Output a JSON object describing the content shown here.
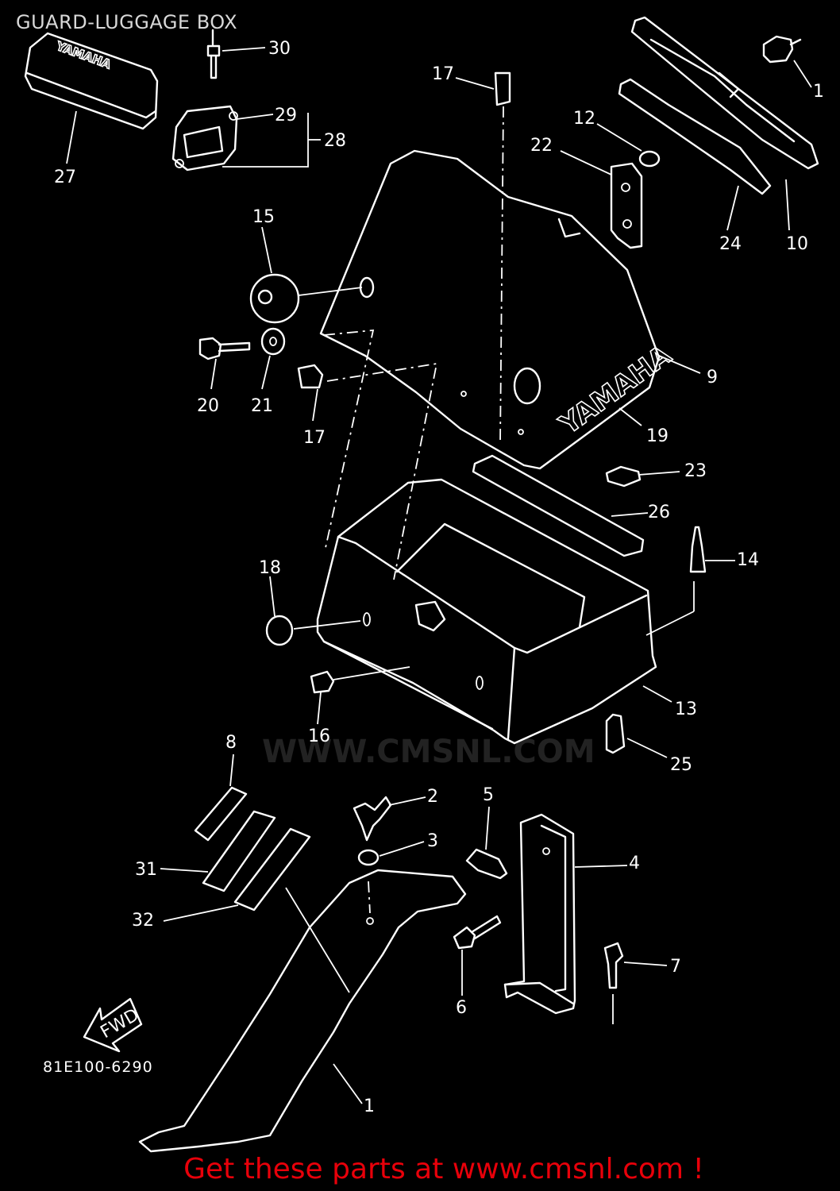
{
  "title": "GUARD-LUGGAGE BOX",
  "footer": "Get these parts at www.cmsnl.com !",
  "drawing_code": "81E100-6290",
  "fwd_label": "FWD",
  "brand_mark": "YAMAHA",
  "watermark": "WWW.CMSNL.COM",
  "colors": {
    "background": "#000000",
    "line": "#ffffff",
    "footer": "#e8000a",
    "title": "#d8d8d8"
  },
  "callouts": [
    {
      "id": "c1a",
      "label": "1"
    },
    {
      "id": "c1b",
      "label": "1"
    },
    {
      "id": "c2",
      "label": "2"
    },
    {
      "id": "c3",
      "label": "3"
    },
    {
      "id": "c4",
      "label": "4"
    },
    {
      "id": "c5",
      "label": "5"
    },
    {
      "id": "c6",
      "label": "6"
    },
    {
      "id": "c7",
      "label": "7"
    },
    {
      "id": "c8",
      "label": "8"
    },
    {
      "id": "c9",
      "label": "9"
    },
    {
      "id": "c10",
      "label": "10"
    },
    {
      "id": "c12",
      "label": "12"
    },
    {
      "id": "c13",
      "label": "13"
    },
    {
      "id": "c14",
      "label": "14"
    },
    {
      "id": "c15",
      "label": "15"
    },
    {
      "id": "c16",
      "label": "16"
    },
    {
      "id": "c17a",
      "label": "17"
    },
    {
      "id": "c17b",
      "label": "17"
    },
    {
      "id": "c18",
      "label": "18"
    },
    {
      "id": "c19",
      "label": "19"
    },
    {
      "id": "c20",
      "label": "20"
    },
    {
      "id": "c21",
      "label": "21"
    },
    {
      "id": "c22",
      "label": "22"
    },
    {
      "id": "c23",
      "label": "23"
    },
    {
      "id": "c24",
      "label": "24"
    },
    {
      "id": "c25",
      "label": "25"
    },
    {
      "id": "c26",
      "label": "26"
    },
    {
      "id": "c27",
      "label": "27"
    },
    {
      "id": "c28",
      "label": "28"
    },
    {
      "id": "c29",
      "label": "29"
    },
    {
      "id": "c30",
      "label": "30"
    },
    {
      "id": "c31",
      "label": "31"
    },
    {
      "id": "c32",
      "label": "32"
    }
  ]
}
